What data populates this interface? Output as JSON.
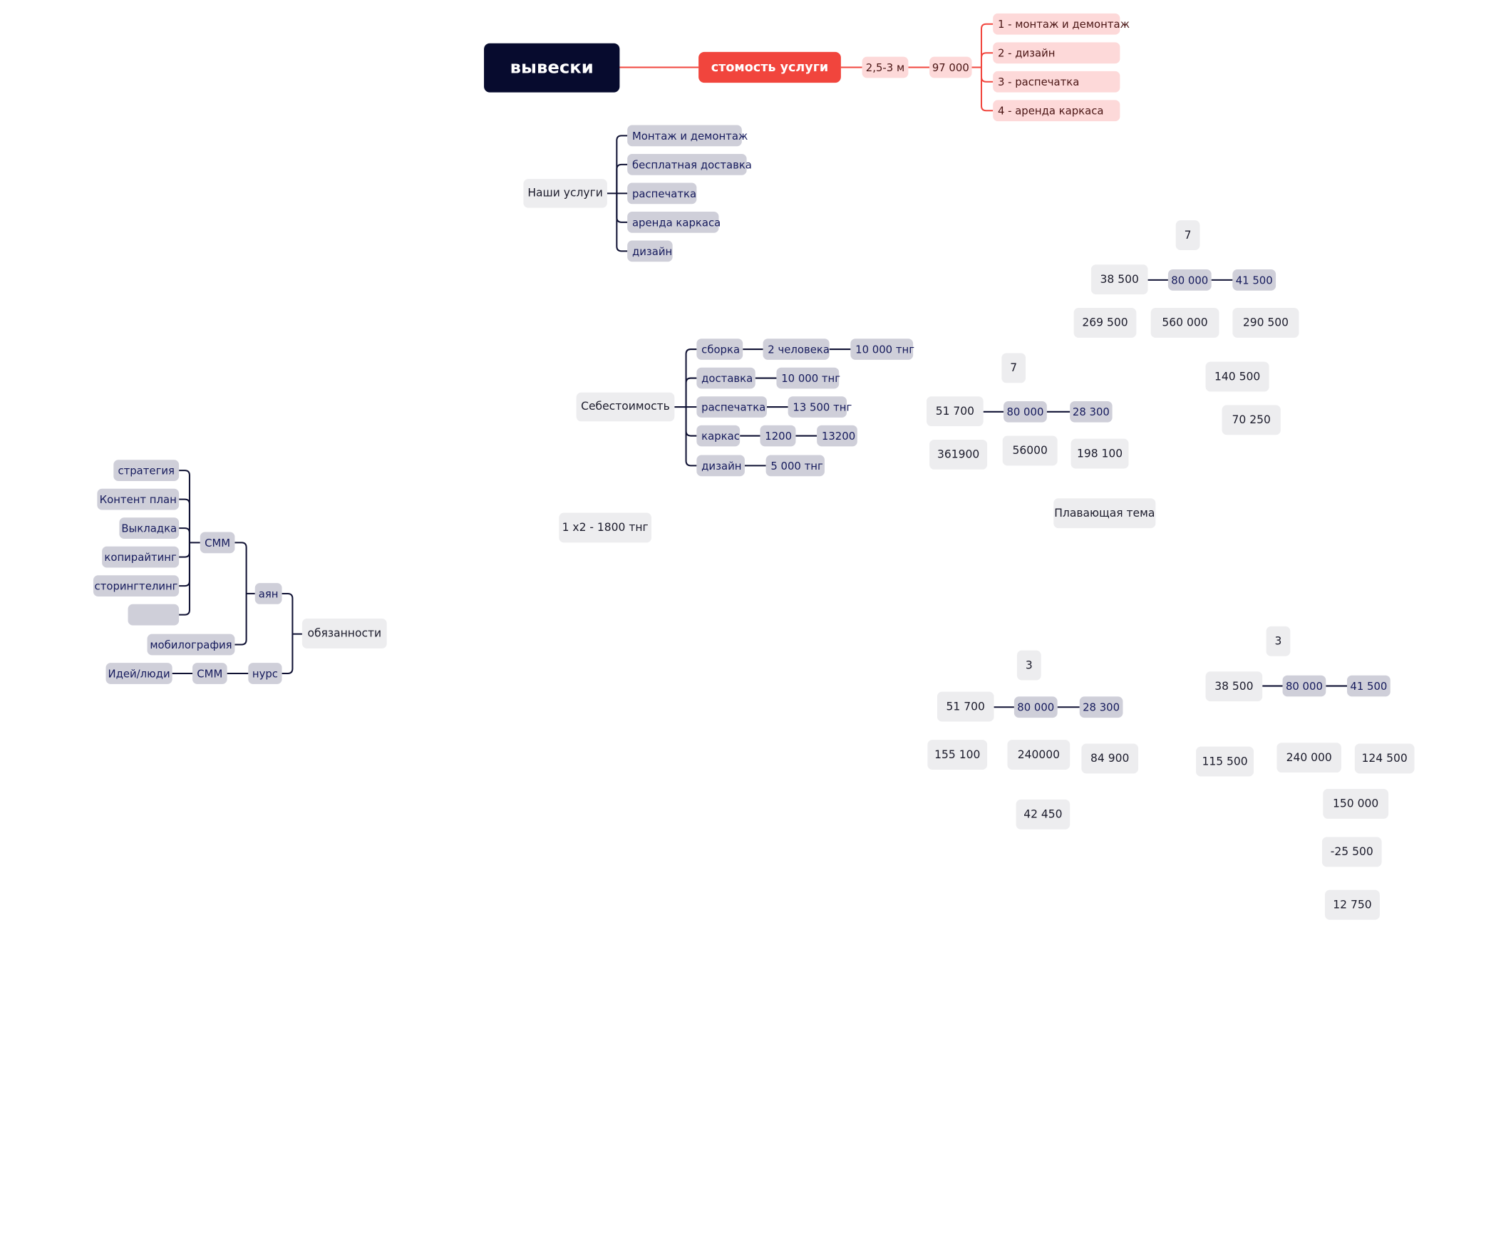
{
  "colors": {
    "root_bg": "#070b2e",
    "accent_red": "#f1453d",
    "pink": "#fdd9d9",
    "node_gray": "#cfcfd9",
    "node_light": "#ededef",
    "line_dark": "#0f1133"
  },
  "root": {
    "title": "вывески"
  },
  "price_branch": {
    "service_cost": "стомость услуги",
    "size": "2,5-3 м",
    "price": "97 000",
    "items": [
      "1 - монтаж и демонтаж",
      "2 - дизайн",
      "3 - распечатка",
      "4 - аренда каркаса"
    ]
  },
  "our_services": {
    "label": "Наши услуги",
    "items": [
      "Монтаж и демонтаж",
      "бесплатная доставка",
      "распечатка",
      "аренда каркаса",
      "дизайн"
    ]
  },
  "cost_price": {
    "label": "Себестоимость",
    "rows": [
      [
        "сборка",
        "2 человека",
        "10 000 тнг"
      ],
      [
        "доставка",
        "10 000 тнг"
      ],
      [
        "распечатка",
        "13 500 тнг"
      ],
      [
        "каркас",
        "1200",
        "13200"
      ],
      [
        "дизайн",
        "5 000 тнг"
      ]
    ]
  },
  "print_note": "1 х2 - 1800 тнг",
  "floating_topic": "Плавающая тема",
  "calc_a": {
    "count": "7",
    "left": "38 500",
    "center": "80 000",
    "right": "41 500",
    "totals": [
      "269 500",
      "560 000",
      "290 500"
    ],
    "extra": [
      "140 500",
      "70 250"
    ]
  },
  "calc_b": {
    "count": "7",
    "left": "51 700",
    "center": "80 000",
    "right": "28 300",
    "totals": [
      "361900",
      "56000",
      "198 100"
    ]
  },
  "calc_c": {
    "count": "3",
    "left": "51 700",
    "center": "80 000",
    "right": "28 300",
    "totals": [
      "155 100",
      "240000",
      "84 900"
    ],
    "extra": "42 450"
  },
  "calc_d": {
    "count": "3",
    "left": "38 500",
    "center": "80 000",
    "right": "41 500",
    "totals": [
      "115 500",
      "240 000",
      "124 500"
    ],
    "extra": [
      "150 000",
      "-25 500",
      "12 750"
    ]
  },
  "duties": {
    "label": "обязанности",
    "ayan": "аян",
    "nurs": "нурс",
    "smm": "СММ",
    "smm_items": [
      "стратегия",
      "Контент план",
      "Выкладка",
      "копирайтинг",
      "сторингтелинг",
      ""
    ],
    "mobilography": "мобилография",
    "nurs_smm": "СММ",
    "ideas": "Идей/люди"
  }
}
